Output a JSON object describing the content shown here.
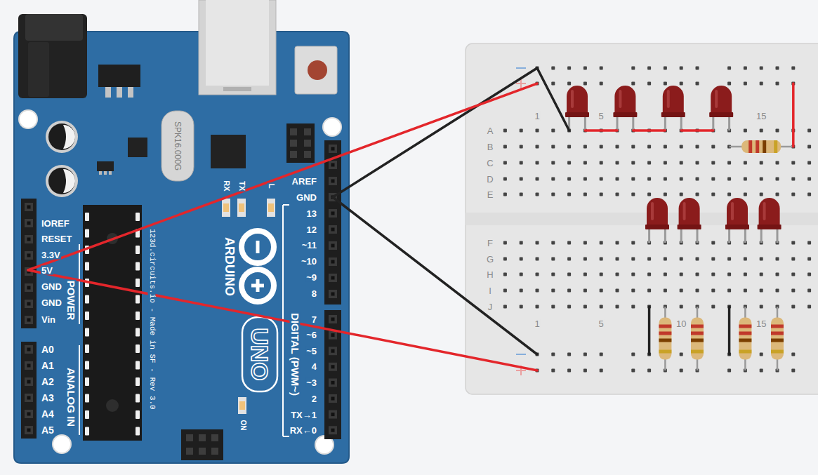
{
  "diagram": {
    "labels": [
      "IOREF",
      "RESET",
      "3.3V",
      "5V",
      "GND",
      "GND",
      "Vin",
      "POWER",
      "A0",
      "A1",
      "A2",
      "A3",
      "A4",
      "A5",
      "ANALOG IN",
      "AREF",
      "GND",
      "13",
      "12",
      "~11",
      "~10",
      "~9",
      "8",
      "7",
      "~6",
      "~5",
      "4",
      "~3",
      "2",
      "TX→1",
      "RX←0",
      "DIGITAL (PWM~)",
      "RX",
      "TX",
      "L",
      "ARDUINO",
      "UNO",
      "123d.circuits.io - Made in SF - Rev 3.0",
      "ON",
      "SPK16.000G",
      "A",
      "B",
      "C",
      "D",
      "E",
      "F",
      "G",
      "H",
      "I",
      "J",
      "1",
      "5",
      "15",
      "1",
      "5",
      "10",
      "15"
    ]
  }
}
